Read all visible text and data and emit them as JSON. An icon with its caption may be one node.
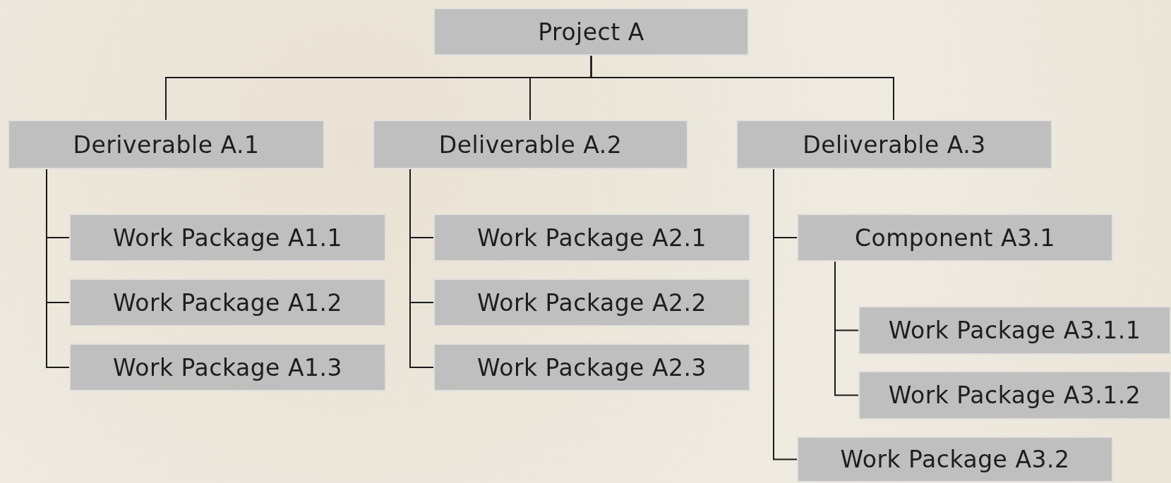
{
  "diagram": {
    "nodes": [
      {
        "text": [
          "Project A"
        ]
      },
      {
        "text": [
          "Deriverable A.1"
        ]
      },
      {
        "text": [
          "Work Package A1.1"
        ]
      },
      {
        "text": [
          "Work Package A1.2"
        ]
      },
      {
        "text": [
          "Work Package A1.3"
        ]
      },
      {
        "text": [
          "Deliverable A.2"
        ]
      },
      {
        "text": [
          "Work Package A2.1"
        ]
      },
      {
        "text": [
          "Work Package A2.2"
        ]
      },
      {
        "text": [
          "Work Package A2.3"
        ]
      },
      {
        "text": [
          "Deliverable A.3"
        ]
      },
      {
        "text": [
          "Component A3.1"
        ]
      },
      {
        "text": [
          "Work Package A3.1.1"
        ]
      },
      {
        "text": [
          "Work Package A3.1.2"
        ]
      },
      {
        "text": [
          "Work Package A3.2"
        ]
      }
    ],
    "edges": [
      {
        "from": 0,
        "to": 1,
        "arrow": "none"
      },
      {
        "from": 0,
        "to": 5,
        "arrow": "none"
      },
      {
        "from": 0,
        "to": 9,
        "arrow": "none"
      },
      {
        "from": 1,
        "to": 2,
        "arrow": "none"
      },
      {
        "from": 1,
        "to": 3,
        "arrow": "none"
      },
      {
        "from": 1,
        "to": 4,
        "arrow": "none"
      },
      {
        "from": 5,
        "to": 6,
        "arrow": "none"
      },
      {
        "from": 5,
        "to": 7,
        "arrow": "none"
      },
      {
        "from": 5,
        "to": 8,
        "arrow": "none"
      },
      {
        "from": 9,
        "to": 10,
        "arrow": "none"
      },
      {
        "from": 10,
        "to": 11,
        "arrow": "none"
      },
      {
        "from": 10,
        "to": 12,
        "arrow": "none"
      },
      {
        "from": 9,
        "to": 13,
        "arrow": "none"
      }
    ]
  }
}
